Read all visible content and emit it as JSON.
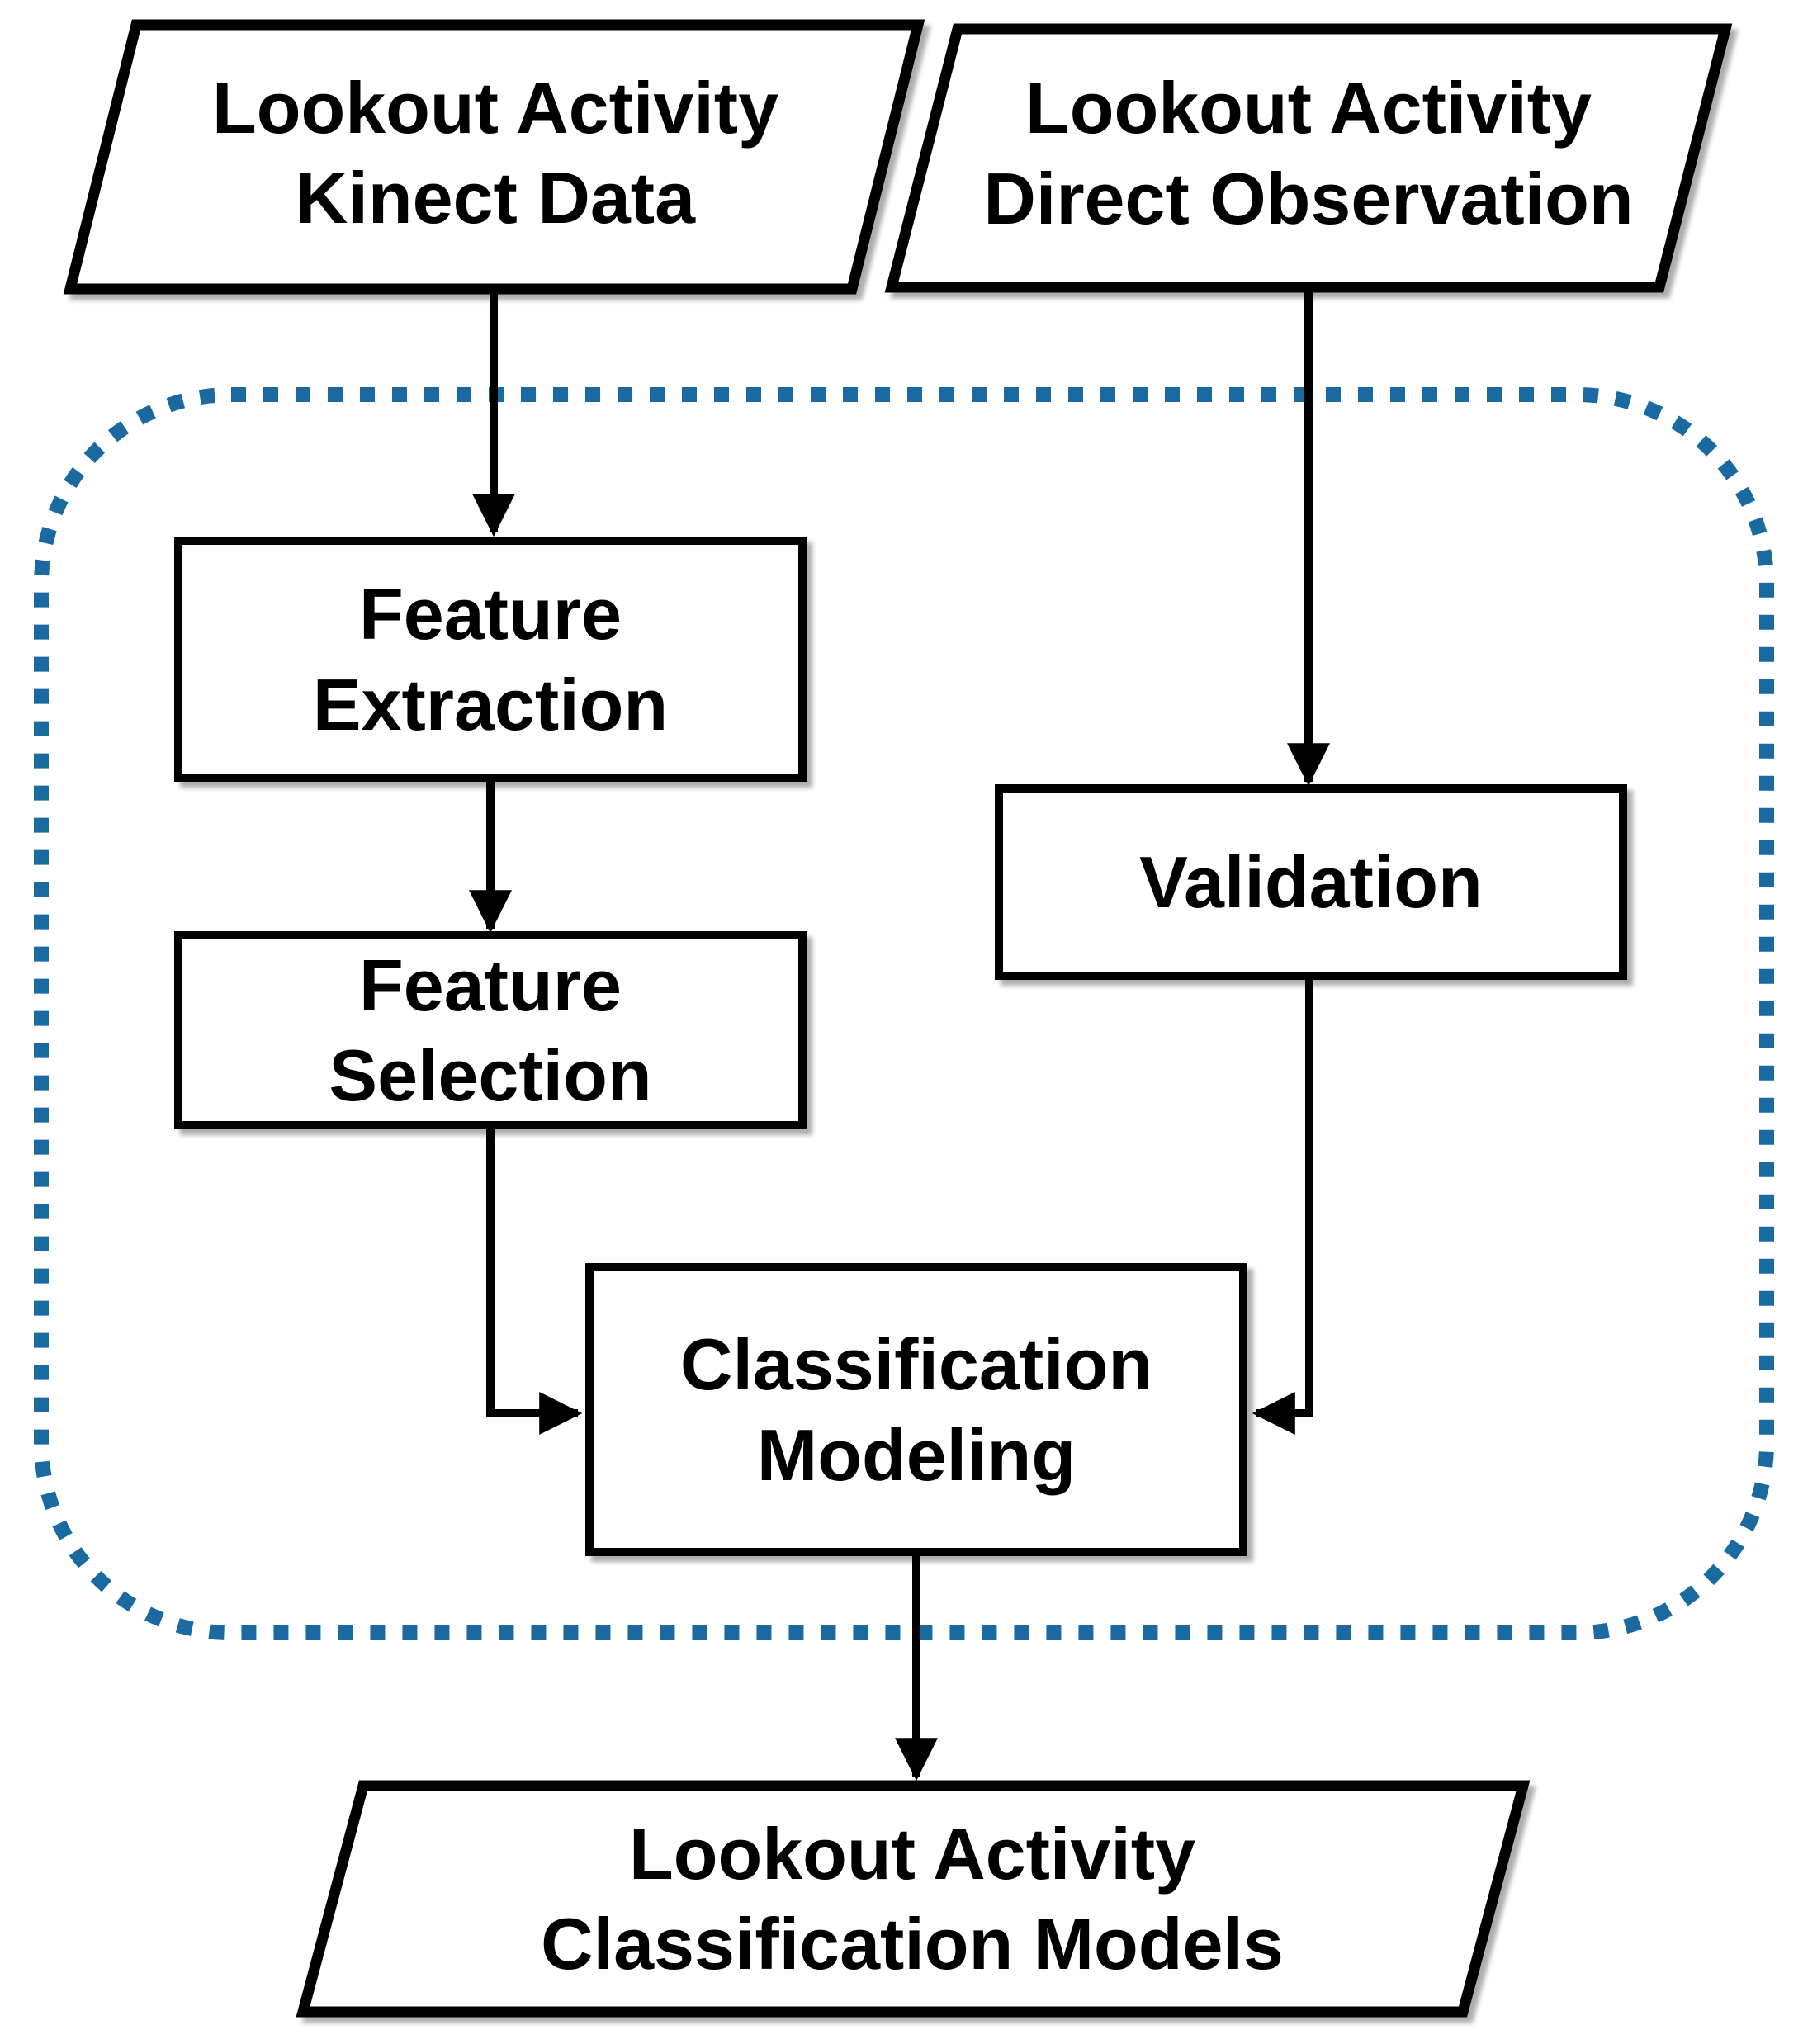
{
  "figure": {
    "type": "flowchart",
    "background": "#FFFFFF",
    "colors": {
      "shape_fill": "#FFFFFF",
      "shape_border": "#000000",
      "arrow": "#000000",
      "text": "#000000",
      "boundary_dots": "#1A69A1"
    },
    "boundary": {
      "description": "dotted rounded-rectangle grouping the processing steps",
      "style": "dotted",
      "color": "#1A69A1"
    },
    "nodes": {
      "kinect_data": {
        "shape": "parallelogram",
        "label": "Lookout Activity\nKinect Data"
      },
      "direct_observation": {
        "shape": "parallelogram",
        "label": "Lookout Activity\nDirect Observation"
      },
      "feature_extraction": {
        "shape": "process-box",
        "label": "Feature\nExtraction"
      },
      "feature_selection": {
        "shape": "process-box",
        "label": "Feature\nSelection"
      },
      "validation": {
        "shape": "process-box",
        "label": "Validation"
      },
      "classification_modeling": {
        "shape": "process-box",
        "label": "Classification\nModeling"
      },
      "classification_models": {
        "shape": "parallelogram",
        "label": "Lookout Activity\nClassification Models"
      }
    },
    "edges": [
      {
        "from": "kinect_data",
        "to": "feature_extraction"
      },
      {
        "from": "feature_extraction",
        "to": "feature_selection"
      },
      {
        "from": "feature_selection",
        "to": "classification_modeling"
      },
      {
        "from": "direct_observation",
        "to": "validation"
      },
      {
        "from": "validation",
        "to": "classification_modeling"
      },
      {
        "from": "classification_modeling",
        "to": "classification_models"
      }
    ]
  }
}
